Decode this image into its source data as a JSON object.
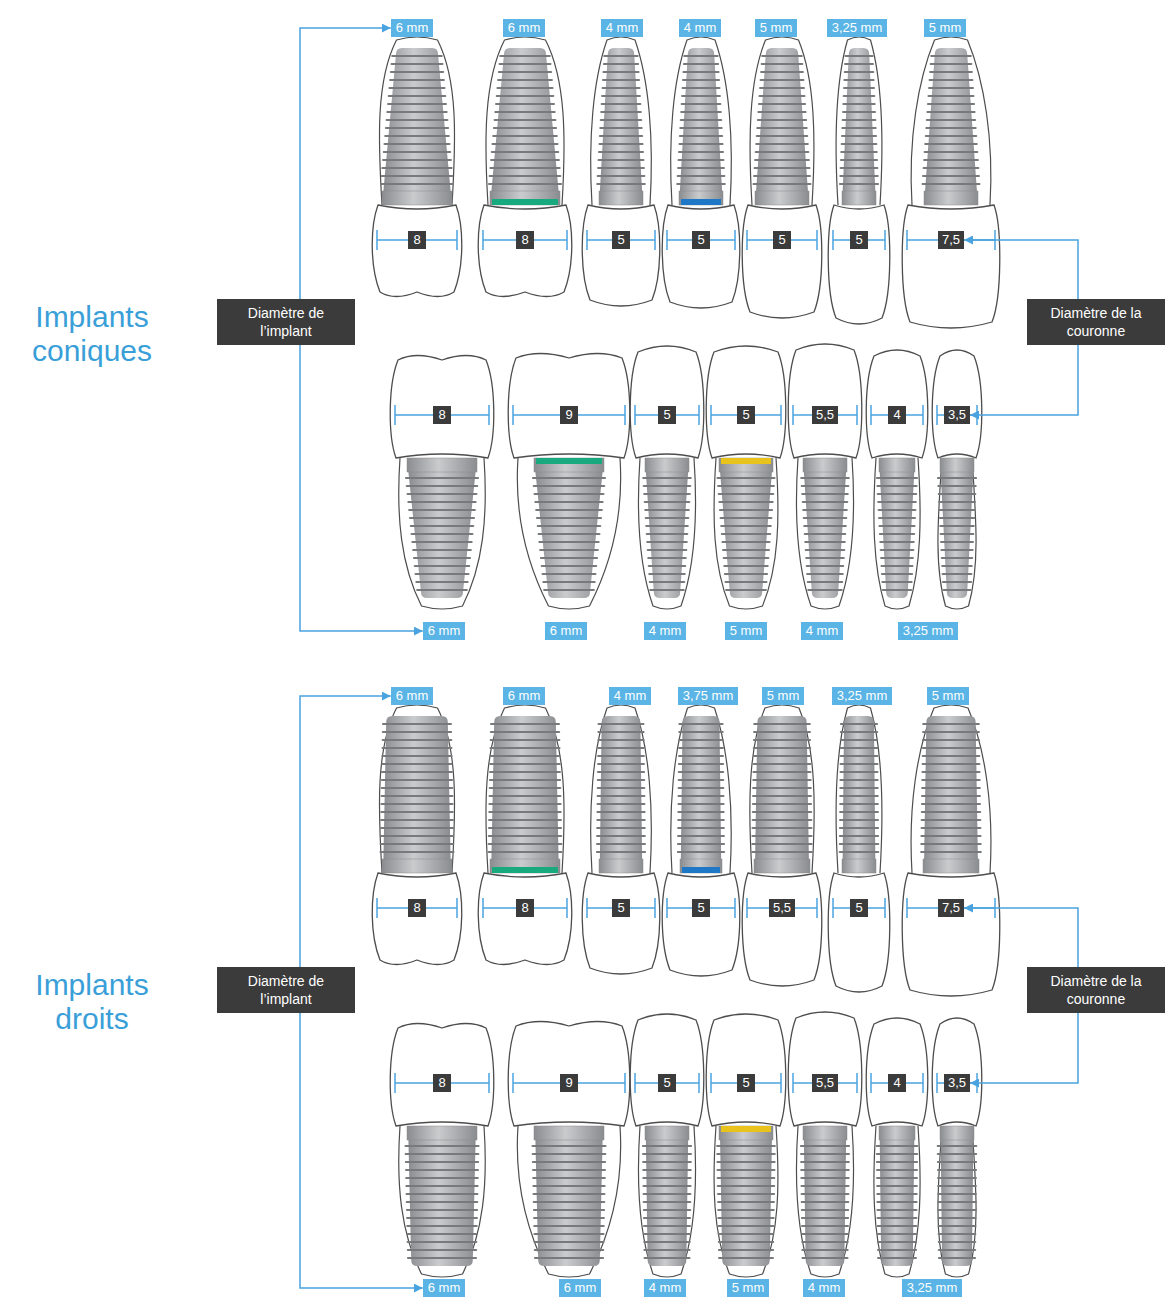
{
  "diagram": {
    "nodes": [
      {
        "text": [
          "6 mm"
        ]
      },
      {
        "text": [
          "6 mm"
        ]
      },
      {
        "text": [
          "4 mm"
        ]
      },
      {
        "text": [
          "4 mm"
        ]
      },
      {
        "text": [
          "5 mm"
        ]
      },
      {
        "text": [
          "3,25 mm"
        ]
      },
      {
        "text": [
          "5 mm"
        ]
      },
      {
        "text": [
          "8"
        ]
      },
      {
        "text": [
          "8"
        ]
      },
      {
        "text": [
          "5"
        ]
      },
      {
        "text": [
          "5"
        ]
      },
      {
        "text": [
          "5"
        ]
      },
      {
        "text": [
          "5"
        ]
      },
      {
        "text": [
          "7,5"
        ]
      },
      {
        "text": [
          "Diamètre de l’implant"
        ]
      },
      {
        "text": [
          "Diamètre de la couronne"
        ]
      },
      {
        "text": [
          "8"
        ]
      },
      {
        "text": [
          "9"
        ]
      },
      {
        "text": [
          "5"
        ]
      },
      {
        "text": [
          "5"
        ]
      },
      {
        "text": [
          "5,5"
        ]
      },
      {
        "text": [
          "4"
        ]
      },
      {
        "text": [
          "3,5"
        ]
      },
      {
        "text": [
          "6 mm"
        ]
      },
      {
        "text": [
          "6 mm"
        ]
      },
      {
        "text": [
          "4 mm"
        ]
      },
      {
        "text": [
          "5 mm"
        ]
      },
      {
        "text": [
          "4 mm"
        ]
      },
      {
        "text": [
          "3,25 mm"
        ]
      },
      {
        "text": [
          "6 mm"
        ]
      },
      {
        "text": [
          "6 mm"
        ]
      },
      {
        "text": [
          "4 mm"
        ]
      },
      {
        "text": [
          "3,75 mm"
        ]
      },
      {
        "text": [
          "5 mm"
        ]
      },
      {
        "text": [
          "3,25 mm"
        ]
      },
      {
        "text": [
          "5 mm"
        ]
      },
      {
        "text": [
          "8"
        ]
      },
      {
        "text": [
          "8"
        ]
      },
      {
        "text": [
          "5"
        ]
      },
      {
        "text": [
          "5"
        ]
      },
      {
        "text": [
          "5,5"
        ]
      },
      {
        "text": [
          "5"
        ]
      },
      {
        "text": [
          "7,5"
        ]
      },
      {
        "text": [
          "Diamètre de l’implant"
        ]
      },
      {
        "text": [
          "Diamètre de la couronne"
        ]
      },
      {
        "text": [
          "8"
        ]
      },
      {
        "text": [
          "9"
        ]
      },
      {
        "text": [
          "5"
        ]
      },
      {
        "text": [
          "5"
        ]
      },
      {
        "text": [
          "5,5"
        ]
      },
      {
        "text": [
          "4"
        ]
      },
      {
        "text": [
          "3,5"
        ]
      },
      {
        "text": [
          "6 mm"
        ]
      },
      {
        "text": [
          "6 mm"
        ]
      },
      {
        "text": [
          "4 mm"
        ]
      },
      {
        "text": [
          "5 mm"
        ]
      },
      {
        "text": [
          "4 mm"
        ]
      },
      {
        "text": [
          "3,25 mm"
        ]
      }
    ],
    "edges": [
      {
        "from": 14,
        "to": 0,
        "arrow": "to"
      },
      {
        "from": 14,
        "to": 23,
        "arrow": "to"
      },
      {
        "from": 15,
        "to": 13,
        "arrow": "to"
      },
      {
        "from": 15,
        "to": 22,
        "arrow": "to"
      },
      {
        "from": 43,
        "to": 29,
        "arrow": "to"
      },
      {
        "from": 43,
        "to": 52,
        "arrow": "to"
      },
      {
        "from": 44,
        "to": 42,
        "arrow": "to"
      },
      {
        "from": 44,
        "to": 51,
        "arrow": "to"
      }
    ],
    "labels": [
      "Implants coniques",
      "Implants droits"
    ]
  }
}
